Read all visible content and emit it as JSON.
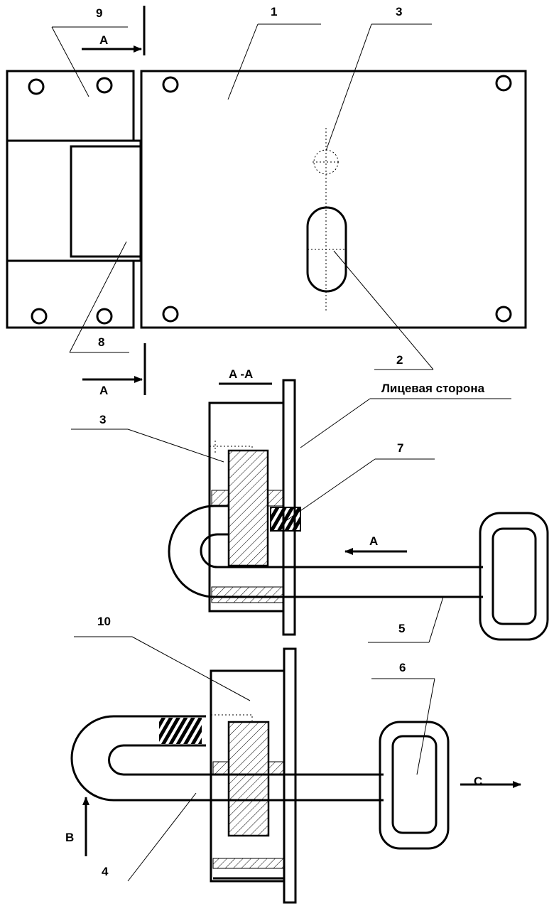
{
  "labels": {
    "n1": "1",
    "n2": "2",
    "n3_top": "3",
    "n3_sec": "3",
    "n4": "4",
    "n5": "5",
    "n6": "6",
    "n7": "7",
    "n8": "8",
    "n9": "9",
    "n10": "10",
    "section_top": "A",
    "section_bottom": "A",
    "section_title": "A -A",
    "face_side": "Лицевая сторона",
    "arrow_a": "A",
    "arrow_b": "B",
    "arrow_c": "C"
  }
}
